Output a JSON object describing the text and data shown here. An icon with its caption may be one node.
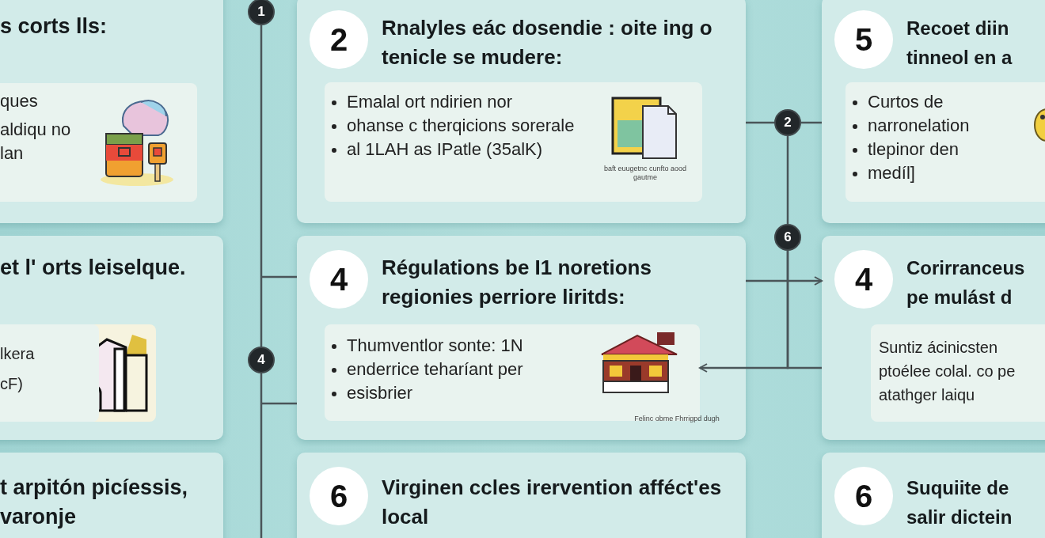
{
  "diagram": {
    "nodes": [
      {
        "text": [
          "s corts lls:"
        ]
      },
      {
        "text": [
          "ques",
          "aldiqu no lan"
        ],
        "in": 0
      },
      {
        "text": [
          "2",
          "Rnalyles eác dosendie : oite ing o tenicle se mudere:"
        ]
      },
      {
        "text": [
          "Emalal ort ndirien nor",
          "ohanse c therqicions sorerale",
          "al 1LAH as IPatle (35alK)",
          "baft euugetnc cunfto aood gautme"
        ],
        "in": 2
      },
      {
        "text": [
          "5",
          "Recoet diin tinneol en a"
        ]
      },
      {
        "text": [
          "Curtos de",
          "narronelation",
          "tlepinor den",
          "medíl]"
        ],
        "in": 4
      },
      {
        "text": [
          "et l' orts leiselque."
        ]
      },
      {
        "text": [
          "lkera",
          "cF)"
        ],
        "in": 6
      },
      {
        "text": [
          "4",
          "Régulations be I1 noretions regionies perriore liritds:"
        ]
      },
      {
        "text": [
          "Thumventlor sonte: 1N",
          "enderrice teharíant per",
          "esisbrier",
          "Felinc obme Fhrrigpd dugh"
        ],
        "in": 8
      },
      {
        "text": [
          "4",
          "Corirranceus pe mulást d"
        ]
      },
      {
        "text": [
          "Suntiz ácinicsten ptoélee colal. co pe atathger laiqu"
        ],
        "in": 10
      },
      {
        "text": [
          "t arpitón picíessis, varonje"
        ]
      },
      {
        "text": [
          "6",
          "Virginen ccles irervention afféct'es local"
        ]
      },
      {
        "text": [
          "6",
          "Suquiite de salir dictein"
        ]
      },
      {
        "text": [
          "1"
        ]
      },
      {
        "text": [
          "4"
        ]
      },
      {
        "text": [
          "2"
        ]
      },
      {
        "text": [
          "6"
        ]
      }
    ],
    "edges": [
      {
        "from": 15,
        "to": 16,
        "arrow": "none"
      },
      {
        "from": 16,
        "to": null,
        "arrow": "none"
      },
      {
        "from": null,
        "to": 8,
        "arrow": "none"
      },
      {
        "from": null,
        "to": 8,
        "arrow": "none"
      },
      {
        "from": 2,
        "to": 17,
        "arrow": "none"
      },
      {
        "from": 17,
        "to": 4,
        "arrow": "none"
      },
      {
        "from": 17,
        "to": 18,
        "arrow": "none"
      },
      {
        "from": 8,
        "to": 10,
        "arrow": "to"
      },
      {
        "from": 18,
        "to": 9,
        "arrow": "to"
      },
      {
        "from": 18,
        "to": 10,
        "arrow": "none"
      }
    ]
  }
}
